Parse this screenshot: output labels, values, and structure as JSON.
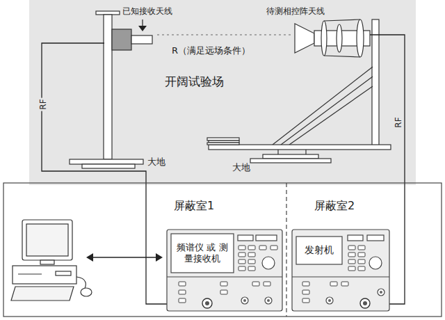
{
  "diagram": {
    "nodes": [
      {
        "text": [
          "开阔试验场"
        ]
      },
      {
        "text": [
          "屏蔽室1"
        ]
      },
      {
        "text": [
          "屏蔽室2"
        ]
      },
      {
        "text": [
          "频谱仪 或 测量接收机"
        ],
        "in": 1
      },
      {
        "text": [
          "发射机"
        ],
        "in": 2
      }
    ],
    "labels": [
      "已知接收天线",
      "待测相控阵天线",
      "R（满足远场条件）",
      "大地",
      "大地",
      "RF",
      "RF"
    ]
  }
}
